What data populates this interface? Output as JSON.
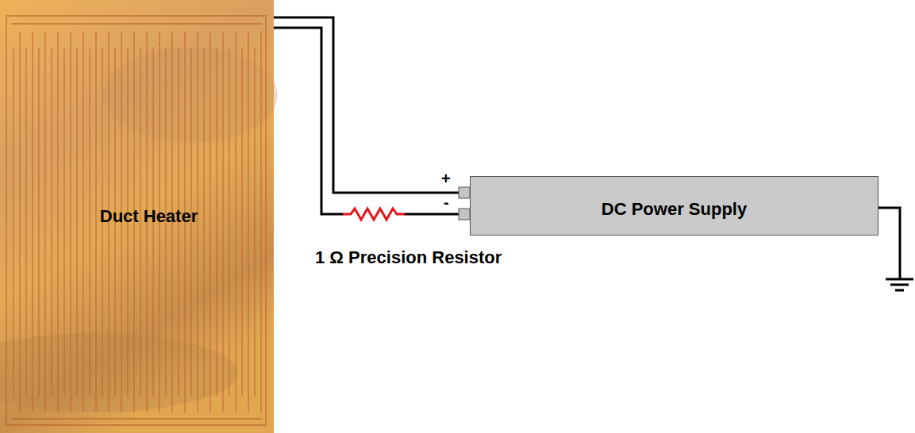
{
  "diagram": {
    "nodes": [
      {
        "text": [
          "Duct Heater"
        ]
      },
      {
        "text": [
          "DC Power Supply"
        ]
      }
    ],
    "edges": [
      {
        "from": 0,
        "to": 1,
        "arrow": "none"
      },
      {
        "from": 0,
        "to": 1,
        "arrow": "none"
      }
    ],
    "labels": [
      "+",
      "-",
      "1 Ω Precision Resistor"
    ]
  }
}
